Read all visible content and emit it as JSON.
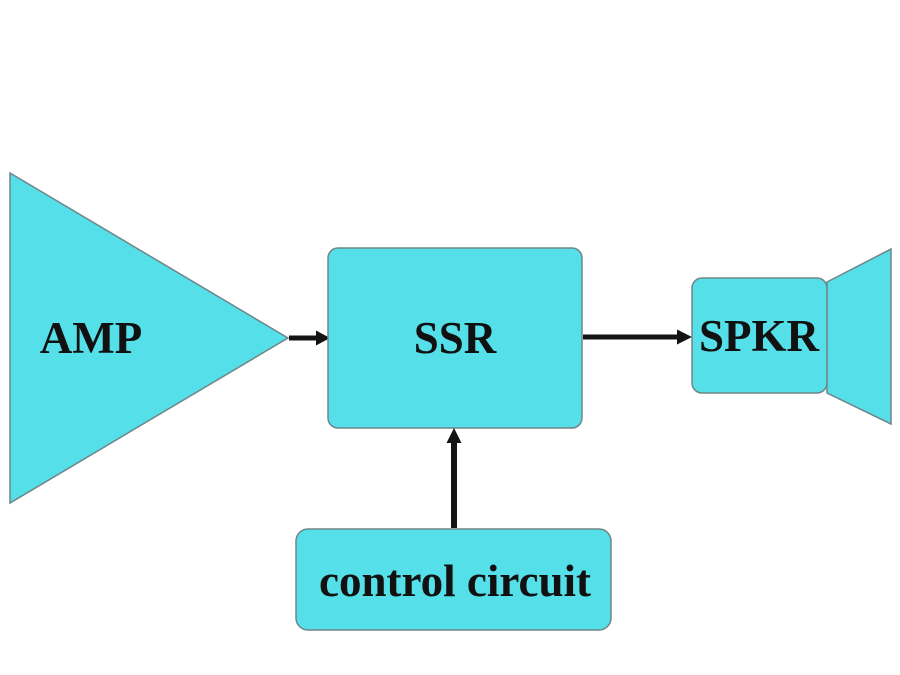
{
  "colors": {
    "background": "#ffffff",
    "shape_fill": "#55DFE9",
    "shape_border": "#6F8589",
    "arrow": "#141414",
    "text": "#111111"
  },
  "nodes": {
    "amp": {
      "label": "AMP",
      "shape": "triangle-pointing-right"
    },
    "ssr": {
      "label": "SSR",
      "shape": "rounded-rectangle"
    },
    "spkr": {
      "label": "SPKR",
      "shape": "rounded-rectangle-with-speaker-horn"
    },
    "control": {
      "label": "control circuit",
      "shape": "rounded-rectangle"
    }
  },
  "connections": [
    {
      "from": "amp",
      "to": "ssr",
      "style": "arrow-right"
    },
    {
      "from": "ssr",
      "to": "spkr",
      "style": "arrow-right"
    },
    {
      "from": "control",
      "to": "ssr",
      "style": "arrow-up"
    }
  ]
}
